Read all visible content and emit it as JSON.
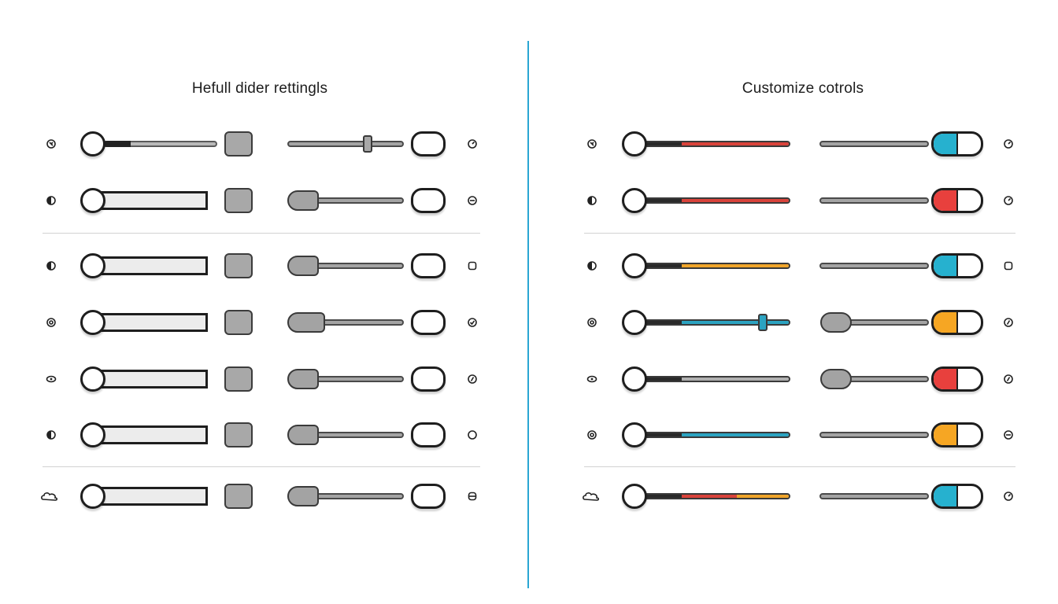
{
  "left_panel": {
    "title": "Hefull dider rettingls",
    "rows": [
      {
        "type": "mini-slider",
        "row_icon": "power-icon",
        "end_icon": "clock-icon"
      },
      {
        "type": "box",
        "row_icon": "half-circle-icon",
        "end_icon": "minus-circle-icon"
      },
      {
        "type": "box",
        "row_icon": "half-circle-icon",
        "end_icon": "square-icon"
      },
      {
        "type": "box",
        "row_icon": "settings-icon",
        "end_icon": "check-circle-icon"
      },
      {
        "type": "box",
        "row_icon": "eye-icon",
        "end_icon": "slash-circle-icon"
      },
      {
        "type": "box",
        "row_icon": "half-circle-icon",
        "end_icon": "circle-icon"
      },
      {
        "type": "box",
        "row_icon": "cloud-icon",
        "end_icon": "database-icon"
      }
    ]
  },
  "right_panel": {
    "title": "Customize cotrols",
    "rows": [
      {
        "track_colors": [
          "#d9433b"
        ],
        "toggle_color": "#26b1cf",
        "row_icon": "power-icon",
        "end_icon": "clock-icon"
      },
      {
        "track_colors": [
          "#d9433b"
        ],
        "toggle_color": "#e8403d",
        "row_icon": "half-circle-icon",
        "end_icon": "clock-icon"
      },
      {
        "track_colors": [
          "#f0a52a"
        ],
        "toggle_color": "#26b1cf",
        "row_icon": "half-circle-icon",
        "end_icon": "square-icon"
      },
      {
        "track_colors": [
          "#2ba3c1"
        ],
        "toggle_color": "#f6a623",
        "row_icon": "settings-icon",
        "end_icon": "slash-circle-icon"
      },
      {
        "track_colors": [
          "#b0b0b0"
        ],
        "toggle_color": "#e8403d",
        "row_icon": "eye-icon",
        "end_icon": "slash-circle-icon"
      },
      {
        "track_colors": [
          "#2ba3c1"
        ],
        "toggle_color": "#f6a623",
        "row_icon": "settings-icon",
        "end_icon": "minus-circle-icon"
      },
      {
        "track_colors": [
          "#d9433b",
          "#f0a52a"
        ],
        "toggle_color": "#26b1cf",
        "row_icon": "cloud-icon",
        "end_icon": "clock-icon"
      }
    ]
  },
  "colors": {
    "divider": "#2aa6d3",
    "outline": "#1e1e1e",
    "gray_control": "#a8a8a8",
    "red": "#e8403d",
    "cyan": "#26b1cf",
    "orange": "#f6a623"
  }
}
